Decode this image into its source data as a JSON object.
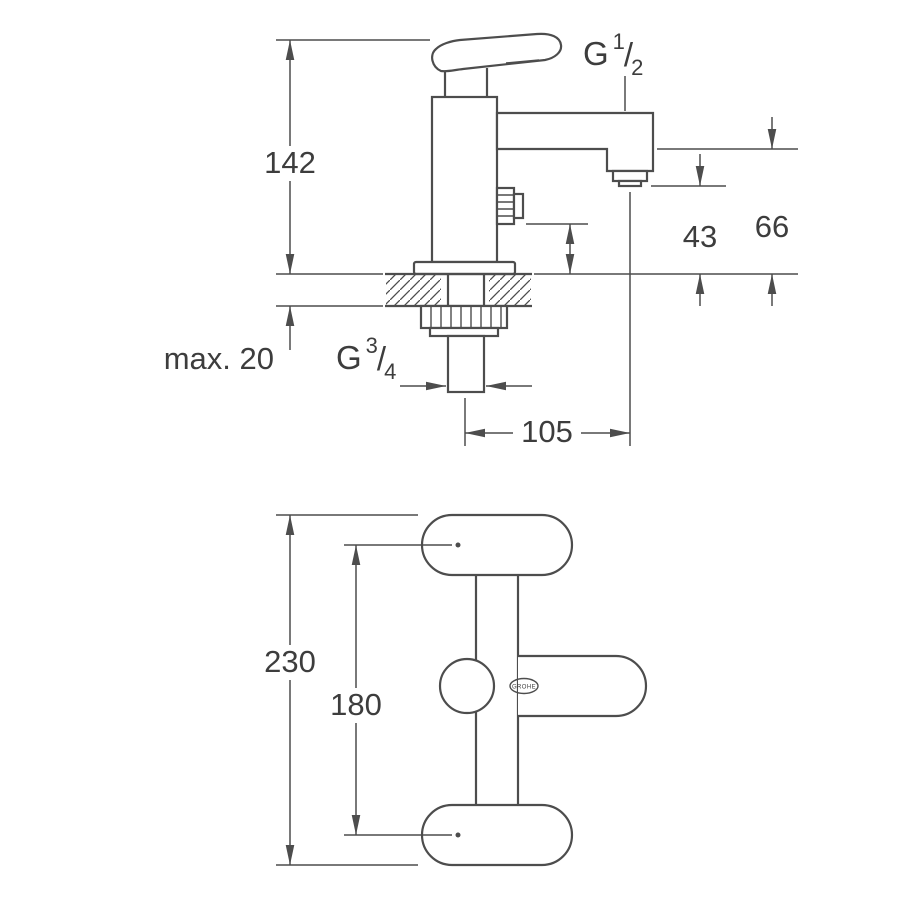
{
  "drawing": {
    "kind": "technical dimension diagram",
    "subject": "bath mixer tap installation drawing",
    "line_color": "#4d4d4d",
    "text_color": "#3d3d3d",
    "background": "#ffffff"
  },
  "side_view": {
    "dim_height": "142",
    "dim_upper": "66",
    "dim_lower": "43",
    "dim_deck": "max. 20",
    "dim_reach": "105",
    "thread_spout": {
      "prefix": "G",
      "numerator": "1",
      "slash": "/",
      "denominator": "2"
    },
    "thread_shank": {
      "prefix": "G",
      "numerator": "3",
      "slash": "/",
      "denominator": "4"
    }
  },
  "front_view": {
    "dim_overall": "230",
    "dim_centers": "180",
    "brand": "GROHE"
  }
}
